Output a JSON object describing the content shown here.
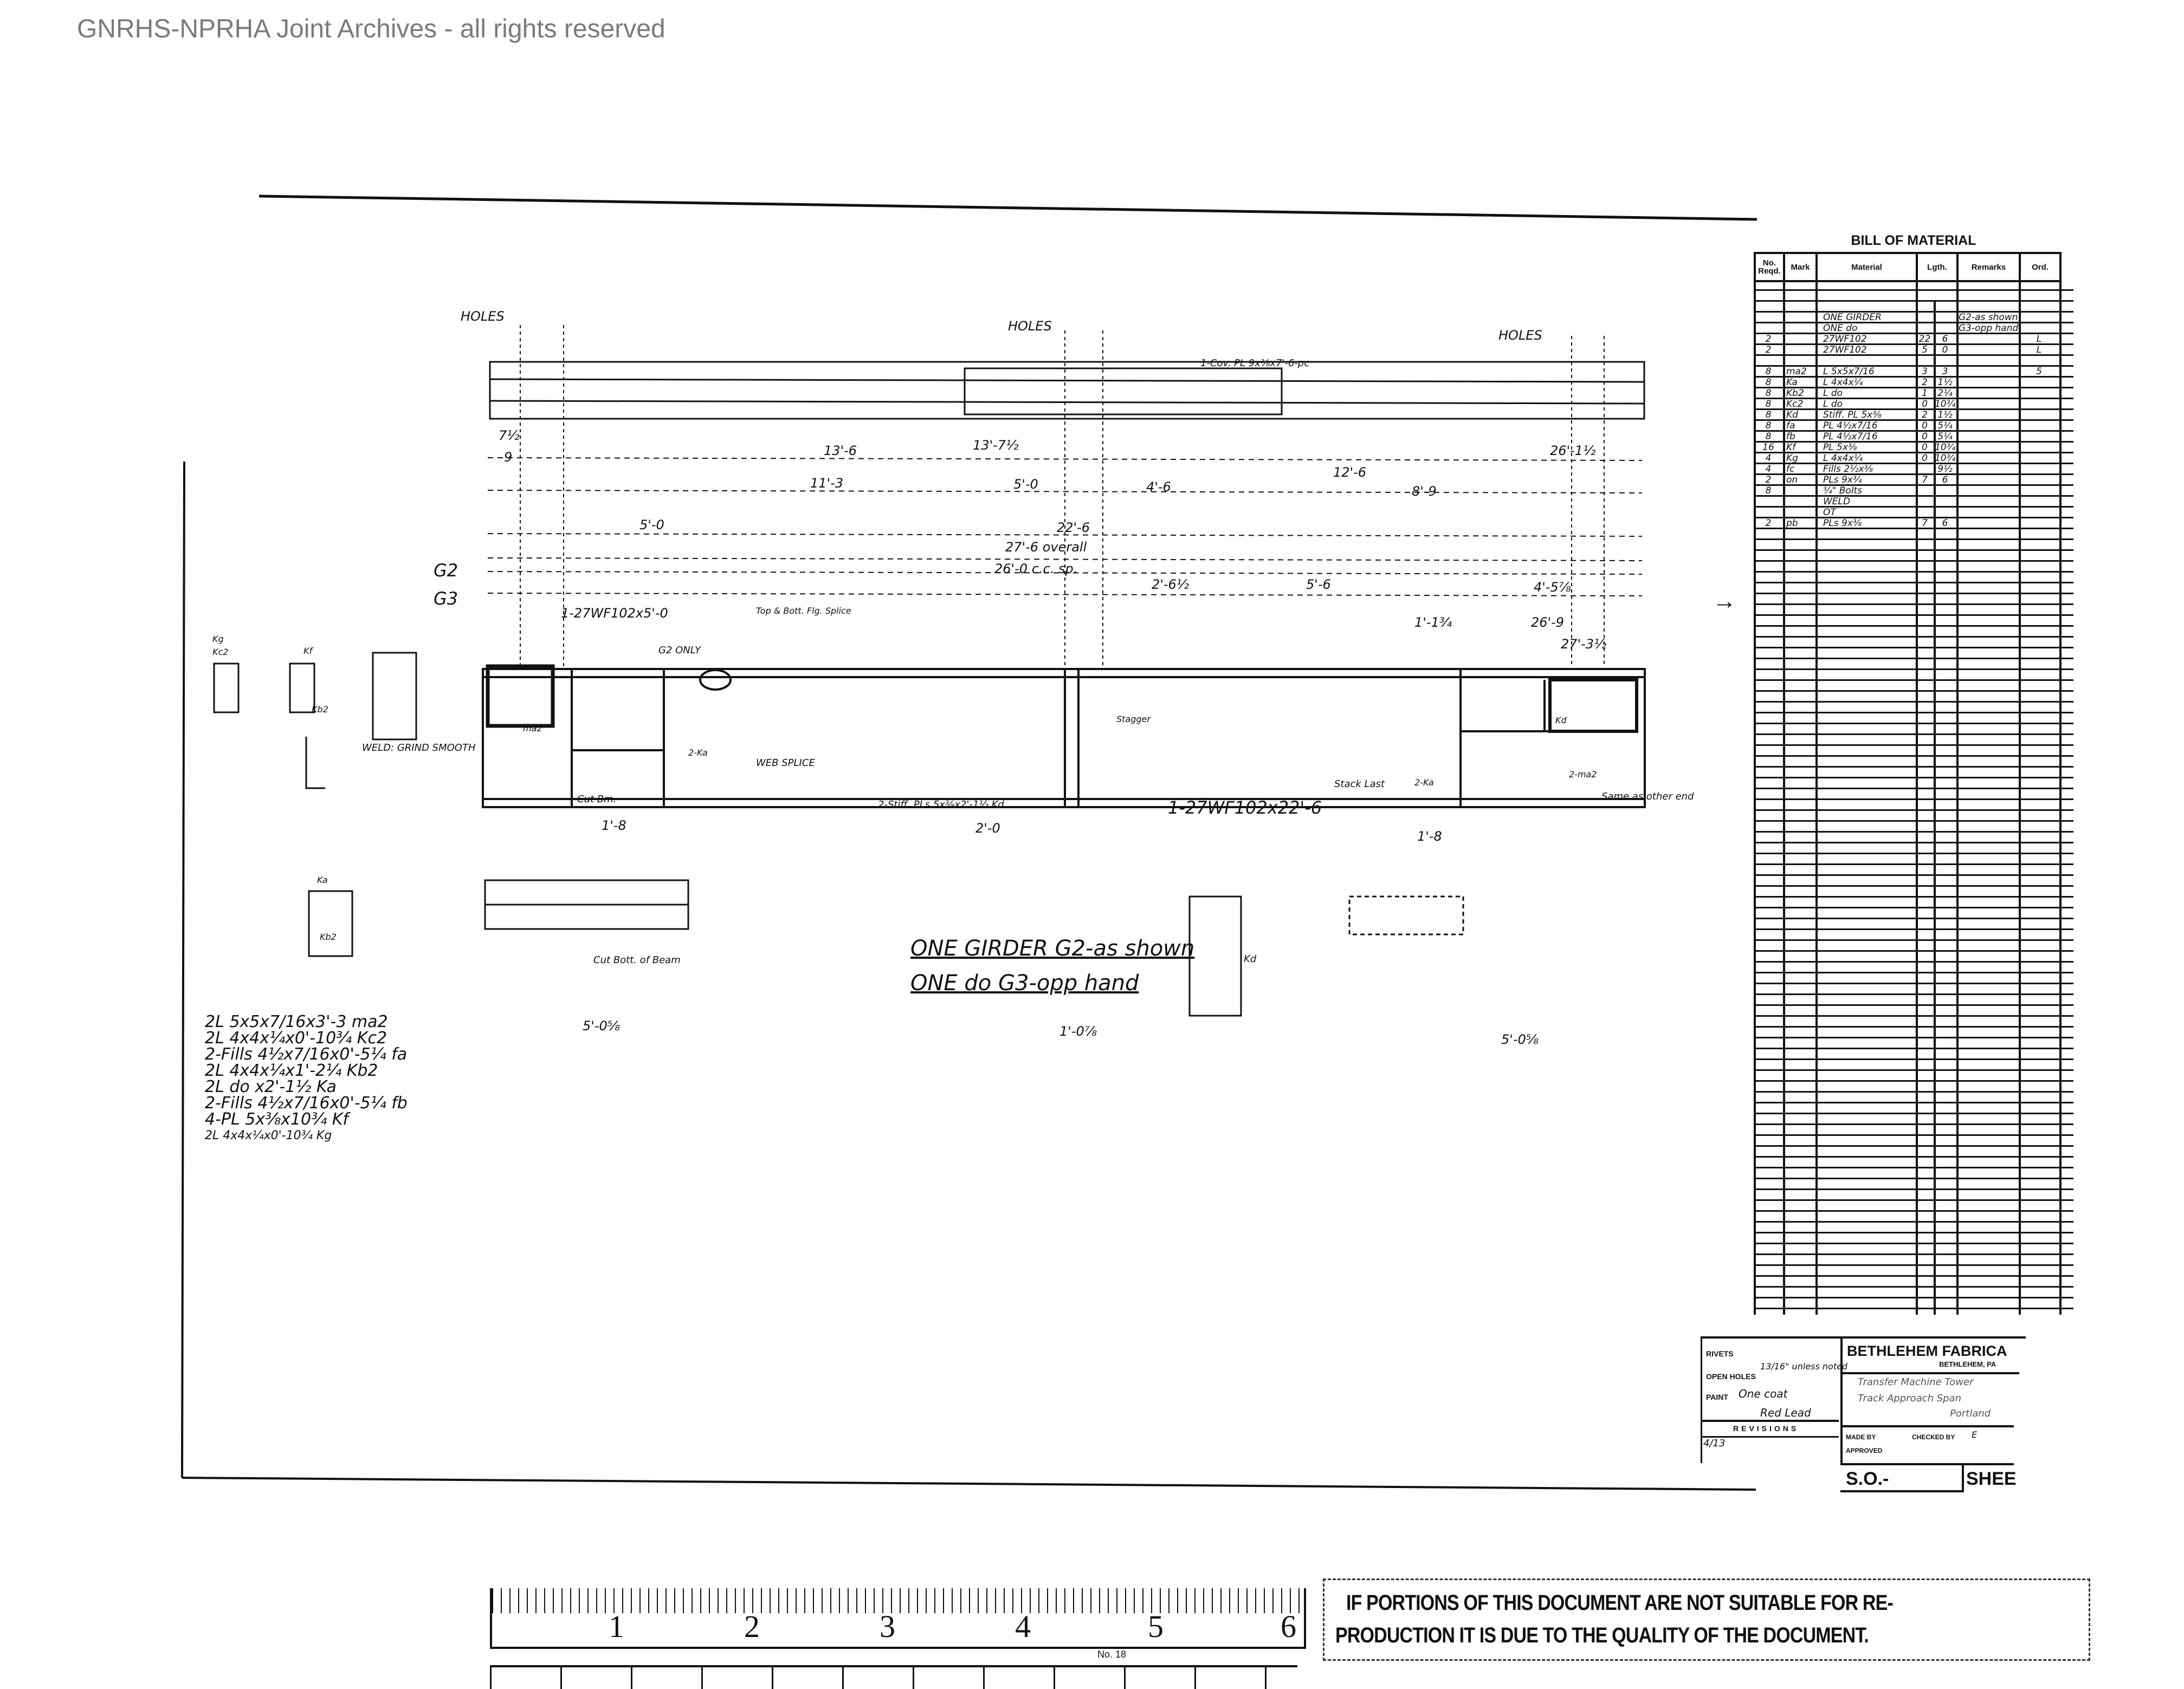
{
  "watermark": "GNRHS-NPRHA Joint Archives - all rights reserved",
  "drawing": {
    "holes_labels": [
      "HOLES",
      "HOLES",
      "HOLES"
    ],
    "hole_size": "13/16",
    "dims": {
      "d1": "13'-6",
      "d2": "11'-3",
      "d3": "13'-7½",
      "d4": "5'-0",
      "d5": "4'-6",
      "d6": "12'-6",
      "d7": "8'-9",
      "d8": "26'-1½",
      "d9": "22'-6",
      "d10": "27'-6 overall",
      "d11": "26'-0 c.c. sp.",
      "d12": "5'-0",
      "d13": "2'-6½",
      "d14": "5'-6",
      "d15": "4'-5⅞",
      "d16": "26'-9",
      "d17": "27'-3½",
      "d18": "1'-8",
      "d19": "2'-0",
      "d20": "5'-0⅝",
      "d21": "1'-0⅞",
      "d22": "5'-0⅝",
      "d23": "7½",
      "d24": "9",
      "d25": "1'-8",
      "d26": "1'-1¾"
    },
    "cover_plate": "1-Cov. PL 9x⅜x7'-6-pc",
    "member_top": "1-27WF102x5'-0",
    "member_bottom": "1-27WF102x22'-6",
    "g2_only": "G2 ONLY",
    "web_splice": "WEB SPLICE",
    "top_flange_splice": "Top & Bott. Flg. Splice",
    "weld_note": "WELD: GRIND SMOOTH",
    "cut_bm": "Cut Bm.",
    "cut_bott": "Cut Bott. of Beam",
    "stiff_note": "2-Stiff. PLs 5x⅜x2'-1½ Kd",
    "stagger": "Stagger",
    "ship_note": "Same as other end",
    "stack_last": "Stack Last",
    "gir_labels": [
      "G2",
      "G3"
    ],
    "caption_line1": "ONE GIRDER G2-as shown",
    "caption_line2": "ONE do G3-opp hand",
    "marks": [
      "Kg",
      "Kc2",
      "Kf",
      "Kb2",
      "ma2",
      "Kd",
      "Ka",
      "Kb2",
      "Kd",
      "2-Ka",
      "2-ma2",
      "2-Ka"
    ],
    "notes": [
      "2L 5x5x7/16x3'-3 ma2",
      "2L 4x4x¼x0'-10¾ Kc2",
      "2-Fills 4½x7/16x0'-5¼ fa",
      "2L 4x4x¼x1'-2¼ Kb2",
      "2L do x2'-1½ Ka",
      "2-Fills 4½x7/16x0'-5¼ fb",
      "4-PL 5x⅜x10¾ Kf",
      "2L 4x4x¼x0'-10¾ Kg"
    ]
  },
  "bom": {
    "title": "BILL OF MATERIAL",
    "headers": [
      "No. Reqd.",
      "Mark",
      "Material",
      "Lgth.",
      "Remarks",
      "Ord."
    ],
    "rows": [
      {
        "no": "",
        "mark": "",
        "material": "",
        "ft": "",
        "in": "",
        "remarks": "",
        "ord": ""
      },
      {
        "no": "",
        "mark": "",
        "material": "",
        "ft": "",
        "in": "",
        "remarks": "",
        "ord": ""
      },
      {
        "no": "",
        "mark": "",
        "material": "",
        "ft": "",
        "in": "",
        "remarks": "",
        "ord": ""
      },
      {
        "no": "",
        "mark": "",
        "material": "ONE GIRDER",
        "ft": "",
        "in": "",
        "remarks": "G2-as shown",
        "ord": ""
      },
      {
        "no": "",
        "mark": "",
        "material": "ONE do",
        "ft": "",
        "in": "",
        "remarks": "G3-opp hand",
        "ord": ""
      },
      {
        "no": "2",
        "mark": "",
        "material": "27WF102",
        "ft": "22",
        "in": "6",
        "remarks": "",
        "ord": "L"
      },
      {
        "no": "2",
        "mark": "",
        "material": "27WF102",
        "ft": "5",
        "in": "0",
        "remarks": "",
        "ord": "L"
      },
      {
        "no": "",
        "mark": "",
        "material": "",
        "ft": "",
        "in": "",
        "remarks": "",
        "ord": ""
      },
      {
        "no": "8",
        "mark": "ma2",
        "material": "L 5x5x7/16",
        "ft": "3",
        "in": "3",
        "remarks": "",
        "ord": "5"
      },
      {
        "no": "8",
        "mark": "Ka",
        "material": "L 4x4x¼",
        "ft": "2",
        "in": "1½",
        "remarks": "",
        "ord": ""
      },
      {
        "no": "8",
        "mark": "Kb2",
        "material": "L do",
        "ft": "1",
        "in": "2¼",
        "remarks": "",
        "ord": ""
      },
      {
        "no": "8",
        "mark": "Kc2",
        "material": "L do",
        "ft": "0",
        "in": "10¾",
        "remarks": "",
        "ord": ""
      },
      {
        "no": "8",
        "mark": "Kd",
        "material": "Stiff. PL 5x⅜",
        "ft": "2",
        "in": "1½",
        "remarks": "",
        "ord": ""
      },
      {
        "no": "8",
        "mark": "fa",
        "material": "PL 4½x7/16",
        "ft": "0",
        "in": "5¼",
        "remarks": "",
        "ord": ""
      },
      {
        "no": "8",
        "mark": "fb",
        "material": "PL 4½x7/16",
        "ft": "0",
        "in": "5¼",
        "remarks": "",
        "ord": ""
      },
      {
        "no": "16",
        "mark": "Kf",
        "material": "PL 5x⅜",
        "ft": "0",
        "in": "10¾",
        "remarks": "",
        "ord": ""
      },
      {
        "no": "4",
        "mark": "Kg",
        "material": "L 4x4x¼",
        "ft": "0",
        "in": "10¾",
        "remarks": "",
        "ord": ""
      },
      {
        "no": "4",
        "mark": "fc",
        "material": "Fills 2½x⅜",
        "ft": "",
        "in": "9½",
        "remarks": "",
        "ord": ""
      },
      {
        "no": "2",
        "mark": "on",
        "material": "PLs 9x¾",
        "ft": "7",
        "in": "6",
        "remarks": "",
        "ord": ""
      },
      {
        "no": "8",
        "mark": "",
        "material": "¾\" Bolts",
        "ft": "",
        "in": "",
        "remarks": "",
        "ord": ""
      },
      {
        "no": "",
        "mark": "",
        "material": "WELD",
        "ft": "",
        "in": "",
        "remarks": "",
        "ord": ""
      },
      {
        "no": "",
        "mark": "",
        "material": "OT",
        "ft": "",
        "in": "",
        "remarks": "",
        "ord": ""
      },
      {
        "no": "2",
        "mark": "pb",
        "material": "PLs 9x⅜",
        "ft": "7",
        "in": "6",
        "remarks": "",
        "ord": ""
      }
    ]
  },
  "title_block": {
    "rivets_label": "RIVETS",
    "open_holes_label": "OPEN HOLES",
    "open_holes_value": "13/16\" unless noted",
    "paint_label": "PAINT",
    "paint_value": "One coat",
    "paint_value2": "Red Lead",
    "revisions_label": "REVISIONS",
    "revision_date": "4/13",
    "company": "BETHLEHEM FABRICA",
    "company_city": "BETHLEHEM, PA",
    "project_line1": "Transfer Machine Tower",
    "project_line2": "Track Approach Span",
    "project_line3": "Portland",
    "made_by_label": "MADE BY",
    "checked_by_label": "CHECKED BY",
    "checked_by_value": "E",
    "approved_label": "APPROVED",
    "so_label": "S.O.-",
    "sheet_label": "SHEE"
  },
  "ruler": {
    "numbers": [
      "1",
      "2",
      "3",
      "4",
      "5",
      "6"
    ],
    "maker": "No. 18"
  },
  "notice": {
    "line1": "IF PORTIONS OF THIS DOCUMENT ARE NOT SUITABLE FOR RE-",
    "line2": "PRODUCTION IT IS DUE TO THE QUALITY OF THE DOCUMENT."
  }
}
